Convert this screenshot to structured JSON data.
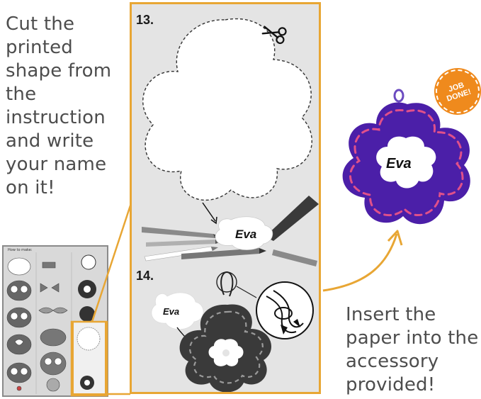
{
  "instructions": {
    "left_lines": [
      "Cut the",
      "printed",
      "shape from",
      "the",
      "instruction",
      "and write",
      "your name",
      "on it!"
    ],
    "right_lines": [
      "Insert the",
      "paper into the",
      "accessory",
      "provided!"
    ]
  },
  "steps": {
    "step13": "13.",
    "step14": "14."
  },
  "name_example": "Eva",
  "badge": {
    "line1": "JOB",
    "line2": "DONE!"
  },
  "thumbnail": {
    "title": "How to make:"
  },
  "colors": {
    "panel_border": "#e8a634",
    "arrow": "#e8a634",
    "felt_purple": "#4b1fa8",
    "stitch_pink": "#e0508a",
    "badge_orange": "#ef8a1d"
  },
  "icons": [
    "scissors-icon",
    "pencil-icon",
    "knot-icon",
    "flower-icon"
  ]
}
